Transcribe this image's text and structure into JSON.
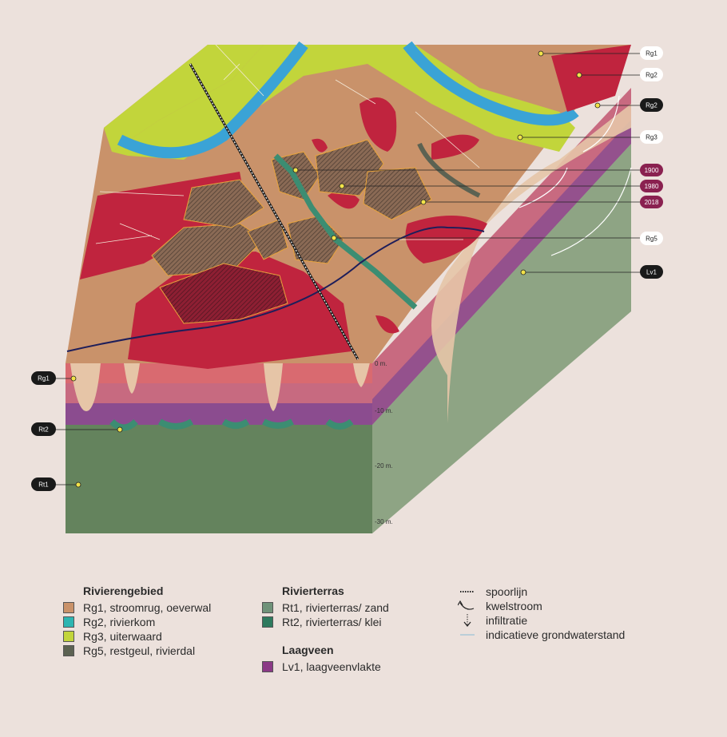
{
  "colors": {
    "background": "#ece1dc",
    "rg1": "#c9926a",
    "rg2": "#2db5b1",
    "rg3": "#c2d53b",
    "rg5": "#5c6252",
    "rt1": "#6f9279",
    "rt2": "#2e7a5e",
    "lv1": "#8b3a86",
    "river": "#3aa3d6",
    "red_zone": "#c0243e",
    "pill_dark": "#1a1a1a",
    "pill_maroon": "#8a2150",
    "marker": "#f2e34a"
  },
  "callouts_right": [
    {
      "label": "Rg1",
      "style": "light"
    },
    {
      "label": "Rg2",
      "style": "light"
    },
    {
      "label": "Rg2",
      "style": "dark"
    },
    {
      "label": "Rg3",
      "style": "light"
    },
    {
      "label": "1900",
      "style": "maroon"
    },
    {
      "label": "1980",
      "style": "maroon"
    },
    {
      "label": "2018",
      "style": "maroon"
    },
    {
      "label": "Rg5",
      "style": "light"
    },
    {
      "label": "Lv1",
      "style": "dark"
    }
  ],
  "callouts_left": [
    {
      "label": "Rg1",
      "style": "dark"
    },
    {
      "label": "Rt2",
      "style": "dark"
    },
    {
      "label": "Rt1",
      "style": "dark"
    }
  ],
  "depth_labels": [
    "0 m.",
    "-10 m.",
    "-20 m.",
    "-30 m."
  ],
  "legend": {
    "rivierengebied": {
      "title": "Rivierengebied",
      "items": [
        {
          "label": "Rg1, stroomrug, oeverwal",
          "color": "#c9926a"
        },
        {
          "label": "Rg2, rivierkom",
          "color": "#2db5b1"
        },
        {
          "label": "Rg3, uiterwaard",
          "color": "#c2d53b"
        },
        {
          "label": "Rg5, restgeul, rivierdal",
          "color": "#5c6252"
        }
      ]
    },
    "rivierterras": {
      "title": "Rivierterras",
      "items": [
        {
          "label": "Rt1, rivierterras/ zand",
          "color": "#6f9279"
        },
        {
          "label": "Rt2, rivierterras/ klei",
          "color": "#2e7a5e"
        }
      ]
    },
    "laagveen": {
      "title": "Laagveen",
      "items": [
        {
          "label": "Lv1, laagveenvlakte",
          "color": "#8b3a86"
        }
      ]
    },
    "symbols": [
      {
        "label": "spoorlijn",
        "icon": "railway-icon"
      },
      {
        "label": "kwelstroom",
        "icon": "seepage-flow-icon"
      },
      {
        "label": "infiltratie",
        "icon": "infiltration-icon"
      },
      {
        "label": "indicatieve grondwaterstand",
        "icon": "groundwater-line-icon"
      }
    ]
  }
}
